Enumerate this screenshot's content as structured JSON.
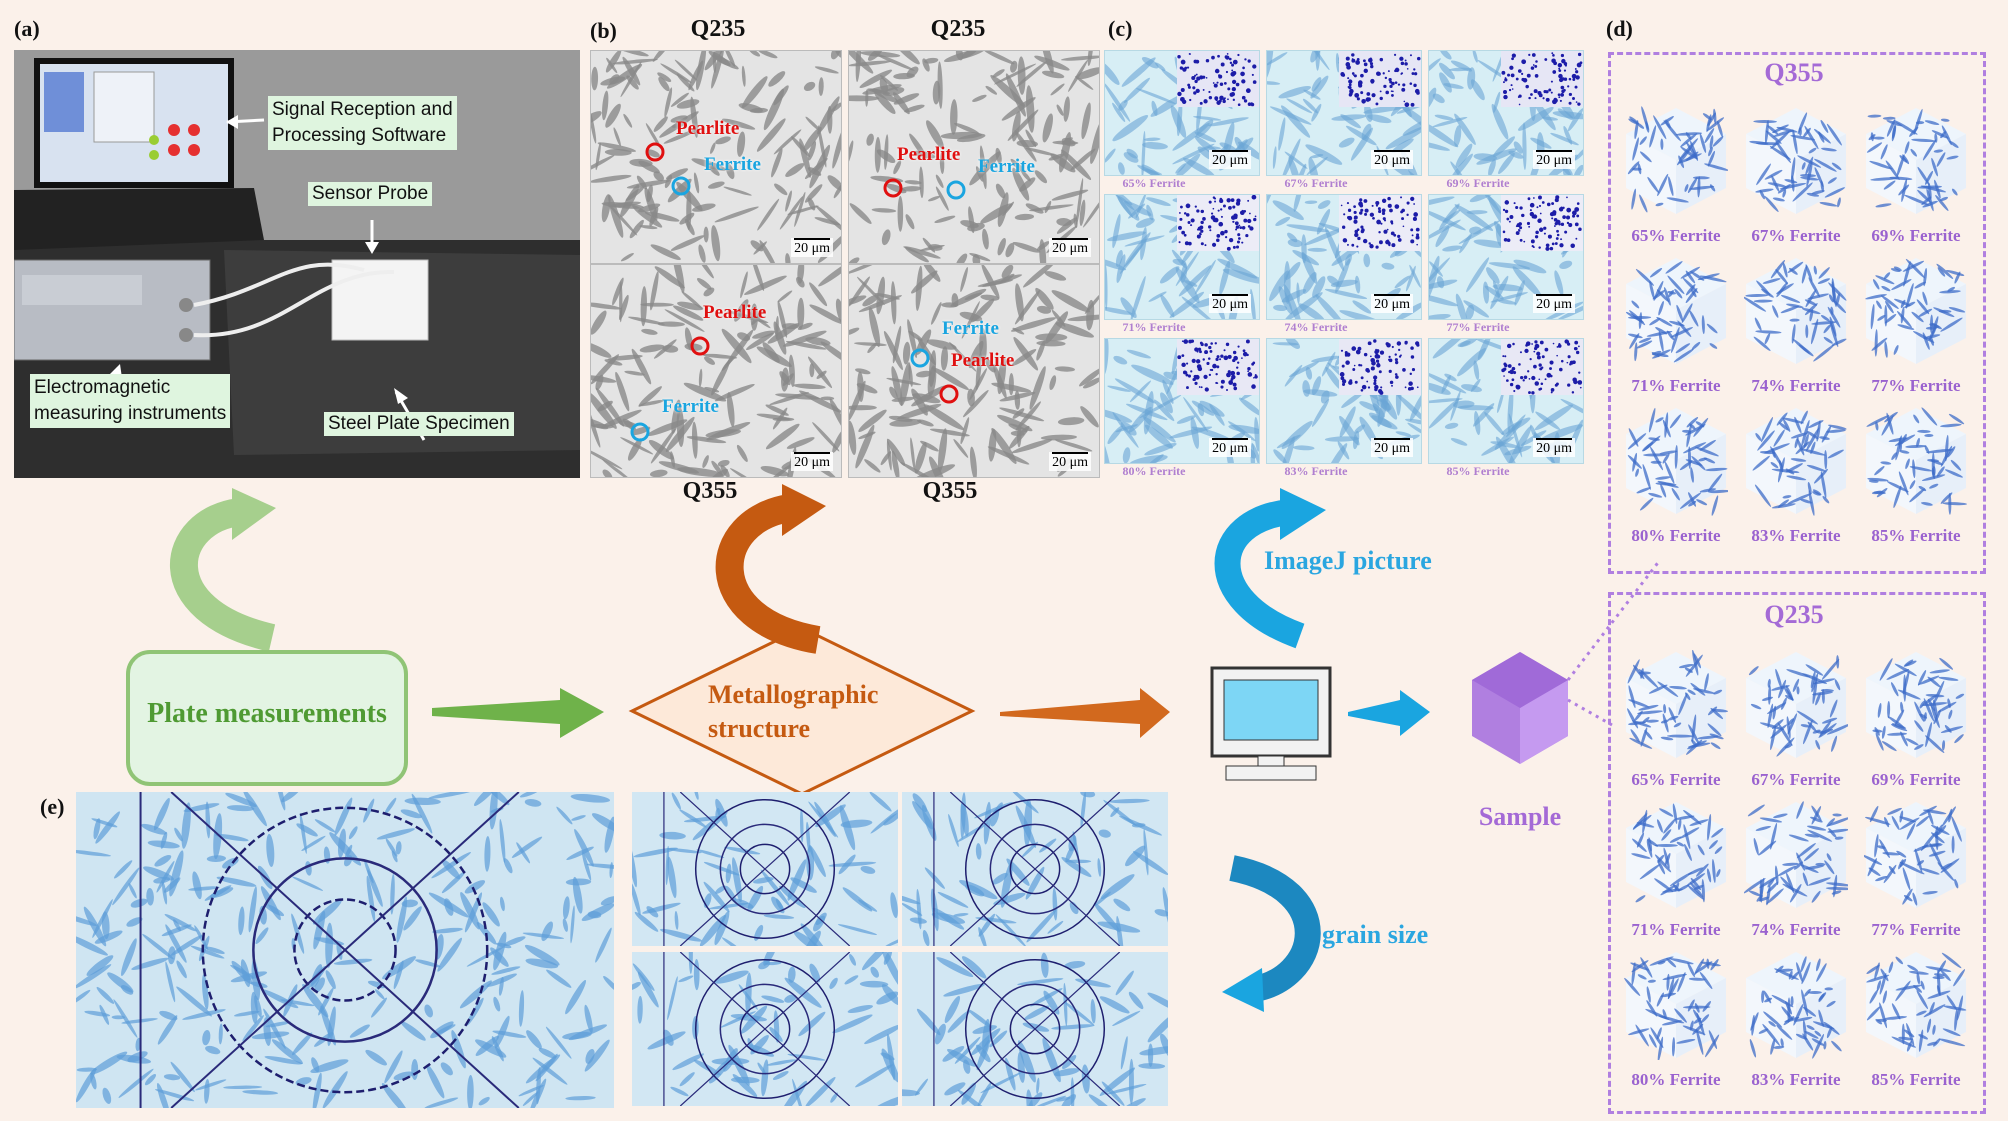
{
  "panels": {
    "a": "(a)",
    "b": "(b)",
    "c": "(c)",
    "d": "(d)",
    "e": "(e)"
  },
  "panel_a": {
    "labels": {
      "software": "Signal Reception and\nProcessing Software",
      "probe": "Sensor Probe",
      "instrument": "Electromagnetic\nmeasuring instruments",
      "specimen": "Steel Plate Specimen"
    }
  },
  "panel_b": {
    "top_grades": [
      "Q235",
      "Q235"
    ],
    "bottom_grades": [
      "Q355",
      "Q355"
    ],
    "phase_pearlite": "Pearlite",
    "phase_ferrite": "Ferrite",
    "scale": "20 μm"
  },
  "panel_c": {
    "scale": "20 μm",
    "labels": [
      "65% Ferrite",
      "67% Ferrite",
      "69% Ferrite",
      "71% Ferrite",
      "74% Ferrite",
      "77% Ferrite",
      "80% Ferrite",
      "83% Ferrite",
      "85% Ferrite"
    ]
  },
  "panel_d": {
    "q355": {
      "title": "Q355",
      "labels": [
        "65% Ferrite",
        "67% Ferrite",
        "69% Ferrite",
        "71% Ferrite",
        "74% Ferrite",
        "77% Ferrite",
        "80% Ferrite",
        "83% Ferrite",
        "85% Ferrite"
      ]
    },
    "q235": {
      "title": "Q235",
      "labels": [
        "65% Ferrite",
        "67% Ferrite",
        "69% Ferrite",
        "71% Ferrite",
        "74% Ferrite",
        "77% Ferrite",
        "80% Ferrite",
        "83% Ferrite",
        "85% Ferrite"
      ]
    }
  },
  "flow": {
    "plate": "Plate measurements",
    "metallo": "Metallographic\nstructure",
    "imagej": "ImageJ picture",
    "sample": "Sample",
    "grain": "grain size"
  },
  "colors": {
    "green": "#77b257",
    "orange": "#c55a11",
    "blue": "#1aa5e0",
    "purple": "#a46ad6",
    "pearlite_red": "#e01010",
    "ferrite_blue": "#1aa5e0"
  }
}
